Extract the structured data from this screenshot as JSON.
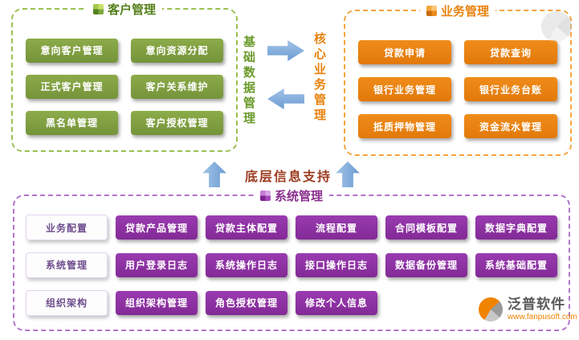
{
  "customer": {
    "title": "客户管理",
    "items": [
      "意向客户管理",
      "意向资源分配",
      "正式客户管理",
      "客户关系维护",
      "黑名单管理",
      "客户授权管理"
    ]
  },
  "business": {
    "title": "业务管理",
    "items": [
      "贷款申请",
      "贷款查询",
      "银行业务管理",
      "银行业务台账",
      "抵质押物管理",
      "资金流水管理"
    ]
  },
  "flow": {
    "basic_data_label": "基础数据管理",
    "core_business_label": "核心业务管理",
    "support_label": "底层信息支持"
  },
  "system": {
    "title": "系统管理",
    "rows": [
      {
        "category": "业务配置",
        "items": [
          "贷款产品管理",
          "贷款主体配置",
          "流程配置",
          "合同模板配置",
          "数据字典配置"
        ]
      },
      {
        "category": "系统管理",
        "items": [
          "用户登录日志",
          "系统操作日志",
          "接口操作日志",
          "数据备份管理",
          "系统基础配置"
        ]
      },
      {
        "category": "组织架构",
        "items": [
          "组织架构管理",
          "角色授权管理",
          "修改个人信息"
        ]
      }
    ]
  },
  "logo": {
    "name": "泛普软件",
    "url": "www.fanpusoft.com"
  },
  "colors": {
    "green_button": "#7e9e3c",
    "green_border": "#9cc050",
    "orange_button": "#ec7f0e",
    "orange_border": "#f5a640",
    "purple_button": "#8e2da0",
    "purple_border": "#b273cc",
    "arrow_blue": "#7aa7d9",
    "support_text": "#9c3a1f"
  }
}
